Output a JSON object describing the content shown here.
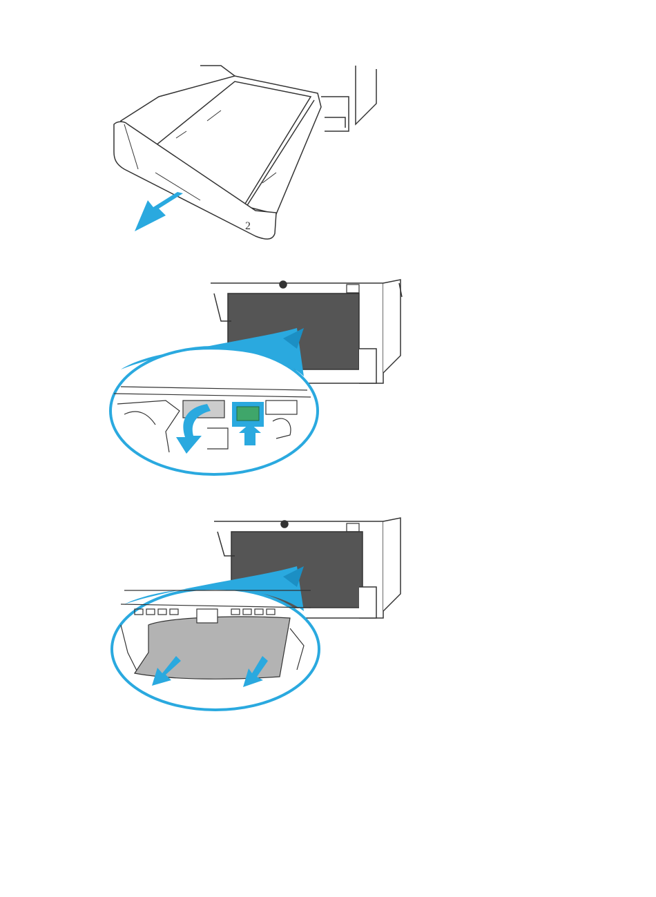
{
  "document": {
    "steps": [
      {
        "illustration": "pull-out-tray-2",
        "tray_label": "2",
        "arrow_color": "#2aa9df"
      },
      {
        "illustration": "release-jam-access-plate",
        "callout_color": "#2aa9df"
      },
      {
        "illustration": "remove-jammed-paper",
        "callout_color": "#2aa9df"
      }
    ],
    "colors": {
      "line": "#333333",
      "accent": "#2aa9df",
      "accent_dark": "#1b8fc4",
      "panel": "#555555",
      "paper": "#b3b3b3",
      "green_plate": "#3fa66a"
    }
  }
}
